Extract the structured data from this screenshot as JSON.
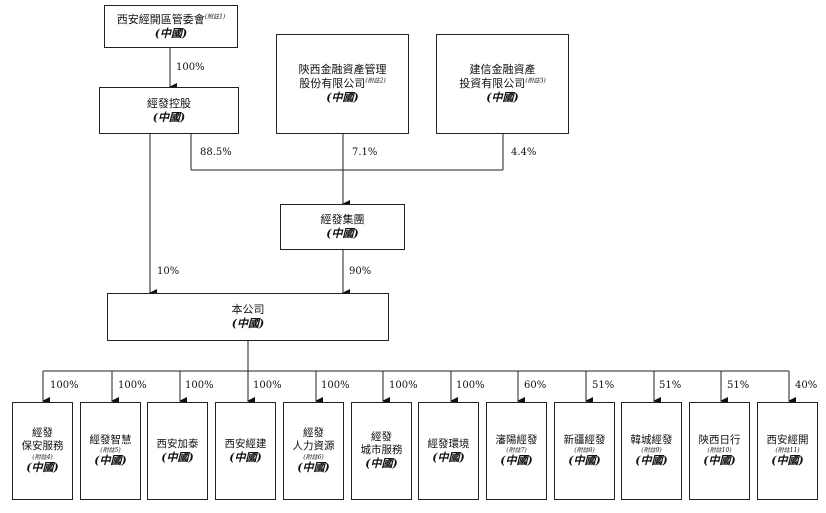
{
  "top": {
    "xian_committee": {
      "name": "西安經開區管委會",
      "note": "(附註1)",
      "country": "(中國)"
    },
    "shaanxi_amc": {
      "name_line1": "陝西金融資產管理",
      "name_line2": "股份有限公司",
      "note": "(附註2)",
      "country": "(中國)"
    },
    "ccb_asset": {
      "name_line1": "建信金融資產",
      "name_line2": "投資有限公司",
      "note": "(附註3)",
      "country": "(中國)"
    }
  },
  "holding": {
    "name": "經發控股",
    "country": "(中國)"
  },
  "group": {
    "name": "經發集團",
    "country": "(中國)"
  },
  "company": {
    "name": "本公司",
    "country": "(中國)"
  },
  "percentages": {
    "committee_to_holding": "100%",
    "holding_to_group": "88.5%",
    "amc_to_group": "7.1%",
    "ccb_to_group": "4.4%",
    "holding_to_company": "10%",
    "group_to_company": "90%"
  },
  "subsidiaries": [
    {
      "line1": "經發",
      "line2": "保安服務",
      "note": "(附註4)",
      "country": "(中國)",
      "pct": "100%"
    },
    {
      "line1": "經發智慧",
      "line2": "",
      "note": "(附註5)",
      "country": "(中國)",
      "pct": "100%"
    },
    {
      "line1": "西安加泰",
      "line2": "",
      "note": "",
      "country": "(中國)",
      "pct": "100%"
    },
    {
      "line1": "西安經建",
      "line2": "",
      "note": "",
      "country": "(中國)",
      "pct": "100%"
    },
    {
      "line1": "經發",
      "line2": "人力資源",
      "note": "(附註6)",
      "country": "(中國)",
      "pct": "100%"
    },
    {
      "line1": "經發",
      "line2": "城市服務",
      "note": "",
      "country": "(中國)",
      "pct": "100%"
    },
    {
      "line1": "經發環境",
      "line2": "",
      "note": "",
      "country": "(中國)",
      "pct": "100%"
    },
    {
      "line1": "瀋陽經發",
      "line2": "",
      "note": "(附註7)",
      "country": "(中國)",
      "pct": "60%"
    },
    {
      "line1": "新疆經發",
      "line2": "",
      "note": "(附註8)",
      "country": "(中國)",
      "pct": "51%"
    },
    {
      "line1": "韓城經發",
      "line2": "",
      "note": "(附註9)",
      "country": "(中國)",
      "pct": "51%"
    },
    {
      "line1": "陝西日行",
      "line2": "",
      "note": "(附註10)",
      "country": "(中國)",
      "pct": "51%"
    },
    {
      "line1": "西安經開",
      "line2": "",
      "note": "(附註11)",
      "country": "(中國)",
      "pct": "40%"
    }
  ]
}
